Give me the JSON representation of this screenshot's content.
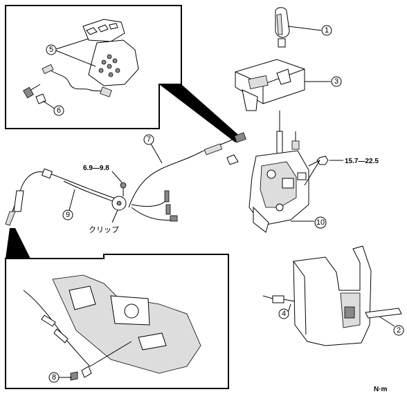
{
  "callouts": [
    "1",
    "2",
    "3",
    "4",
    "5",
    "6",
    "7",
    "8",
    "9",
    "10"
  ],
  "torque": {
    "cable_bracket": "6.9—9.8",
    "shift_lever_nut": "15.7—22.5"
  },
  "labels": {
    "clip": "クリップ",
    "unit": "N·m"
  }
}
